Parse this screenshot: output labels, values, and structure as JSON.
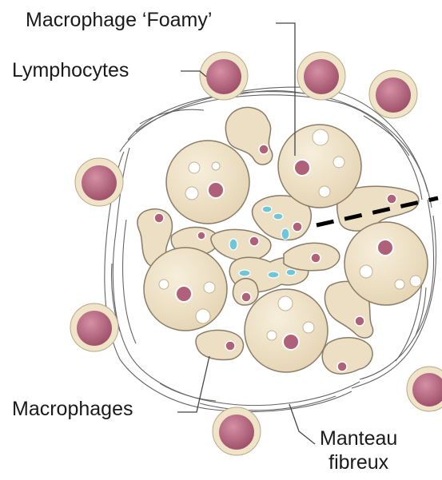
{
  "labels": {
    "foamy_macrophage": "Macrophage ‘Foamy’",
    "lymphocytes": "Lymphocytes",
    "macrophages": "Macrophages",
    "fibrous_mantle_line1": "Manteau",
    "fibrous_mantle_line2": "fibreux"
  },
  "colors": {
    "lymphocyte_fill": "#b0617a",
    "lymphocyte_ring": "#efe3c8",
    "cell_fill": "#ecdfc4",
    "cell_stroke": "#8a7c68",
    "nucleus_fill": "#b0617a",
    "vacuole_fill": "#ffffff",
    "blue_granule": "#6ec6d8",
    "fiber_stroke": "#4a4a4a",
    "dashed_line": "#000000"
  },
  "icons": {
    "lymphocyte": "lymphocyte-cell-icon",
    "foamy_macrophage": "foamy-macrophage-cell-icon",
    "macrophage": "macrophage-cell-icon"
  }
}
